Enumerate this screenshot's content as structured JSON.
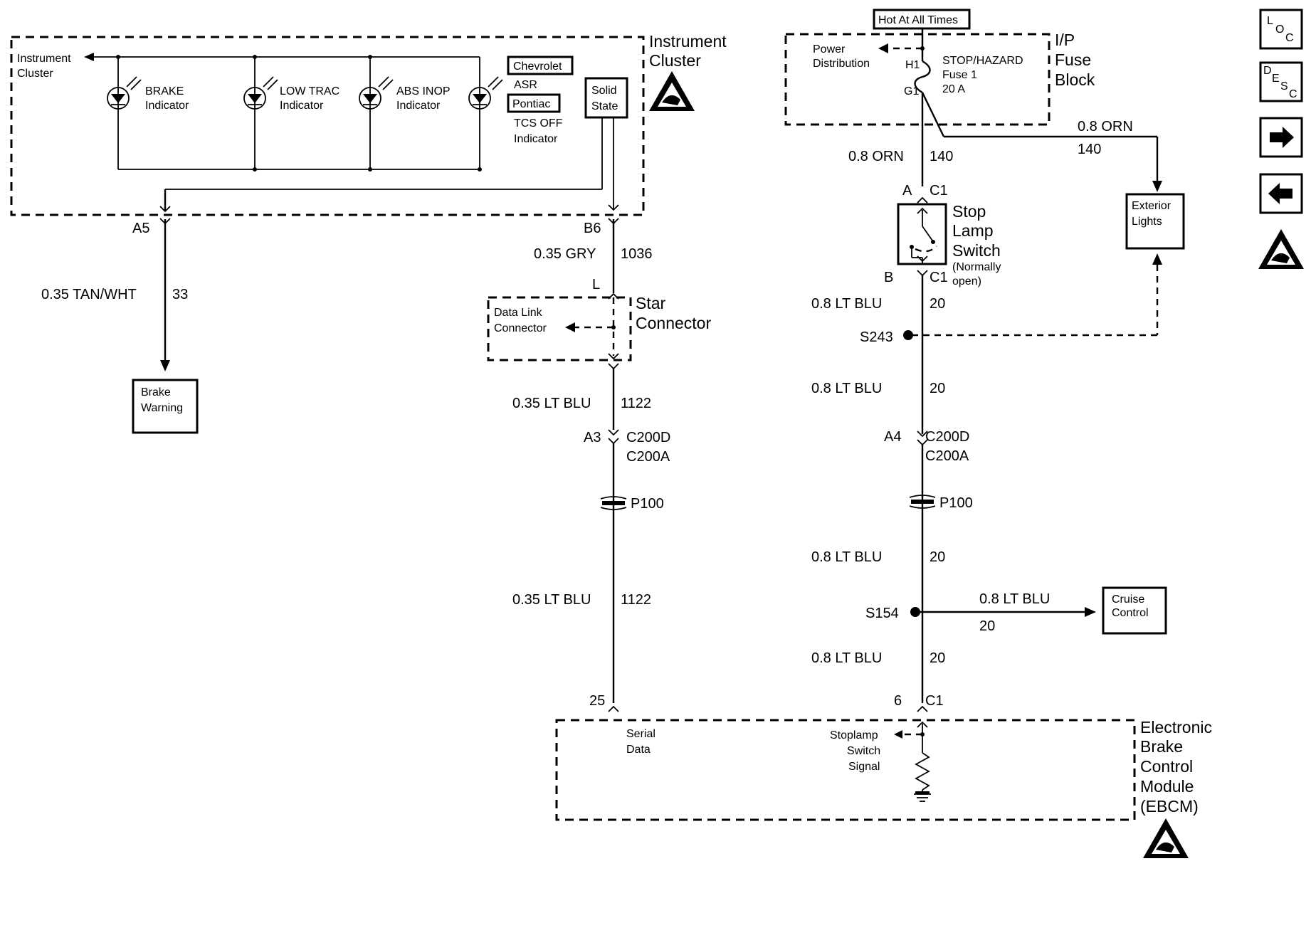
{
  "hot_label": "Hot At All Times",
  "fuse_block": {
    "title": [
      "I/P",
      "Fuse",
      "Block"
    ],
    "power_distribution": [
      "Power",
      "Distribution"
    ],
    "pin_h1": "H1",
    "pin_g1": "G1",
    "fuse": [
      "STOP/HAZARD",
      "Fuse 1",
      "20 A"
    ]
  },
  "instrument_cluster": {
    "title": [
      "Instrument",
      "Cluster"
    ],
    "inner_label": [
      "Instrument",
      "Cluster"
    ],
    "brake": [
      "BRAKE",
      "Indicator"
    ],
    "low_trac": [
      "LOW TRAC",
      "Indicator"
    ],
    "abs_inop": [
      "ABS INOP",
      "Indicator"
    ],
    "chevrolet": "Chevrolet",
    "asr": "ASR",
    "pontiac": "Pontiac",
    "tcs_off": [
      "TCS OFF",
      "Indicator"
    ],
    "solid_state": [
      "Solid",
      "State"
    ]
  },
  "left_wire": {
    "pin": "A5",
    "color": "0.35 TAN/WHT",
    "circuit": "33",
    "destination": [
      "Brake",
      "Warning"
    ]
  },
  "serial_wire": {
    "pin_b6": "B6",
    "gry_color": "0.35 GRY",
    "gry_circuit": "1036",
    "pin_l": "L",
    "star_connector": [
      "Star",
      "Connector"
    ],
    "data_link": [
      "Data Link",
      "Connector"
    ],
    "blu_color": "0.35 LT BLU",
    "blu_circuit": "1122",
    "pin_a3": "A3",
    "conn": [
      "C200D",
      "C200A"
    ],
    "p100": "P100",
    "blu_color_2": "0.35 LT BLU",
    "blu_circuit_2": "1122",
    "pin_25": "25"
  },
  "stop_wire": {
    "orn_color": "0.8 ORN",
    "orn_circuit": "140",
    "orn_color_b": "0.8 ORN",
    "orn_circuit_b": "140",
    "exterior_lights": [
      "Exterior",
      "Lights"
    ],
    "pin_a": "A",
    "c1": "C1",
    "switch": [
      "Stop",
      "Lamp",
      "Switch"
    ],
    "switch_note": [
      "(Normally",
      "open)"
    ],
    "pin_b": "B",
    "c1_b": "C1",
    "blu_1": "0.8 LT BLU",
    "circ_1": "20",
    "s243": "S243",
    "blu_2": "0.8 LT BLU",
    "circ_2": "20",
    "pin_a4": "A4",
    "conn": [
      "C200D",
      "C200A"
    ],
    "p100": "P100",
    "blu_3": "0.8 LT BLU",
    "circ_3": "20",
    "s154": "S154",
    "cruise_color": "0.8 LT BLU",
    "cruise_circuit": "20",
    "cruise": [
      "Cruise",
      "Control"
    ],
    "blu_4": "0.8 LT BLU",
    "circ_4": "20",
    "pin_6": "6",
    "c1_c": "C1"
  },
  "ebcm": {
    "title": [
      "Electronic",
      "Brake",
      "Control",
      "Module",
      "(EBCM)"
    ],
    "serial_data": [
      "Serial",
      "Data"
    ],
    "stoplamp_signal": [
      "Stoplamp",
      "Switch",
      "Signal"
    ]
  },
  "nav": {
    "loc": [
      "L",
      "O",
      "C"
    ],
    "desc": [
      "D",
      "E",
      "S",
      "C"
    ]
  }
}
